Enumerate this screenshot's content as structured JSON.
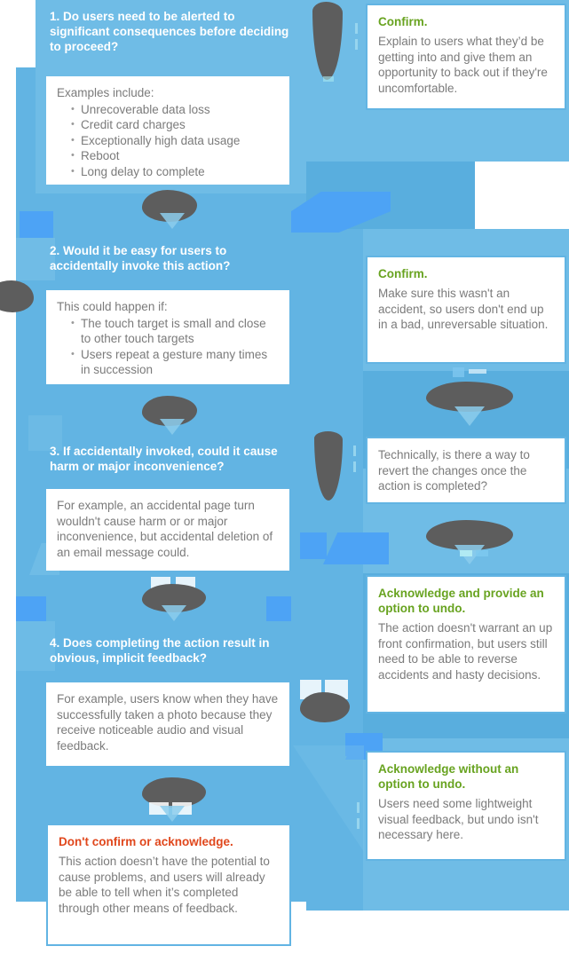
{
  "meta": {
    "title": "Confirmation and acknowledgement decision flow",
    "accent_blue": "#62b4e3",
    "accent_bright_blue": "#4da3f5",
    "confirm_green": "#68a320",
    "warning_red": "#e0471c",
    "card_background": "#ffffff",
    "body_text_color": "#7b7b7b"
  },
  "questions": [
    {
      "id": "q1",
      "title": "1. Do users need to be alerted to significant consequences before deciding to proceed?",
      "lead_in": "Examples include:",
      "bullets": [
        "Unrecoverable data loss",
        "Credit card charges",
        "Exceptionally high data usage",
        "Reboot",
        "Long delay to complete"
      ]
    },
    {
      "id": "q2",
      "title": "2. Would it be easy for users to accidentally invoke this action?",
      "lead_in": "This could happen if:",
      "bullets": [
        "The touch target is small and close to other touch targets",
        "Users repeat a gesture many times in succession"
      ]
    },
    {
      "id": "q3",
      "title": "3. If accidentally invoked, could it cause harm or major inconvenience?",
      "lead_in": "",
      "body": "For example, an accidental page turn wouldn't cause harm or or major inconvenience, but accidental deletion of an email message could.",
      "bullets": []
    },
    {
      "id": "q4",
      "title": "4. Does completing the action result in obvious, implicit feedback?",
      "lead_in": "",
      "body": "For example, users know when they have successfully taken a photo because they receive noticeable audio and visual feedback.",
      "bullets": []
    }
  ],
  "outcomes": [
    {
      "id": "o1",
      "heading": "Confirm.",
      "heading_color": "green",
      "body": "Explain to users what they’d be getting into and give them an opportunity to back out if they're uncomfortable."
    },
    {
      "id": "o2",
      "heading": "Confirm.",
      "heading_color": "green",
      "body": "Make sure this wasn't an accident, so users don't end up in a bad, unreversable situation."
    },
    {
      "id": "o3",
      "heading": "",
      "heading_color": "none",
      "body": "Technically, is there a way to revert the changes once the action is completed?"
    },
    {
      "id": "o4",
      "heading": "Acknowledge and provide an option to undo.",
      "heading_color": "green",
      "body": "The action doesn't warrant an up front confirmation, but users still need to be able to reverse accidents and hasty decisions."
    },
    {
      "id": "o5",
      "heading": "Acknowledge without an option to undo.",
      "heading_color": "green",
      "body": "Users need some lightweight visual feedback, but undo isn't necessary here."
    },
    {
      "id": "o6",
      "heading": "Don't confirm or acknowledge.",
      "heading_color": "red",
      "body": "This action doesn’t have the potential to cause problems, and users will already be able to tell when it’s completed through other means of feedback."
    }
  ],
  "connectors": [
    {
      "id": "c-q1-yes",
      "direction": "right",
      "label": "",
      "redacted": true
    },
    {
      "id": "c-q1-no",
      "direction": "down",
      "label": "",
      "redacted": true
    },
    {
      "id": "c-q2-yes",
      "direction": "right",
      "label": "",
      "redacted": true
    },
    {
      "id": "c-q2-no",
      "direction": "down",
      "label": "",
      "redacted": true
    },
    {
      "id": "c-q3-yes",
      "direction": "right",
      "label": "",
      "redacted": true
    },
    {
      "id": "c-q3-no",
      "direction": "down",
      "label": "",
      "redacted": true
    },
    {
      "id": "c-o3-yes",
      "direction": "down",
      "label": "",
      "redacted": true
    },
    {
      "id": "c-q4-yes",
      "direction": "right",
      "label": "",
      "redacted": true
    },
    {
      "id": "c-q4-no",
      "direction": "down",
      "label": "",
      "redacted": true
    }
  ]
}
